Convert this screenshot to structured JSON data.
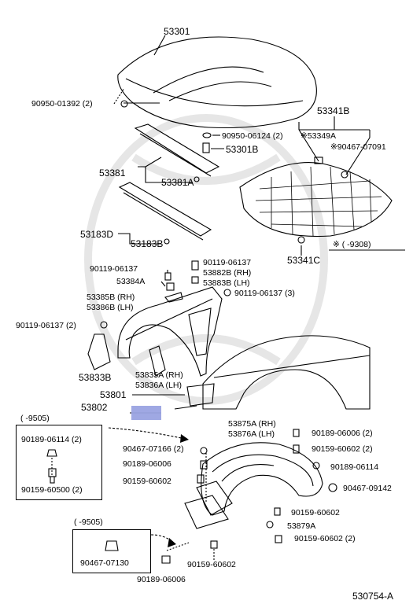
{
  "diagram_id": "530754-A",
  "note_mark": "※",
  "ranges": {
    "r9308": "※ (     -9308)",
    "r9505a": "(     -9505)",
    "r9505b": "(     -9505)"
  },
  "parts": {
    "p53301": "53301",
    "p90950_01392": "90950-01392 (2)",
    "p90950_06124": "90950-06124 (2)",
    "p53301B": "53301B",
    "p53381": "53381",
    "p53381A": "53381A",
    "p53341B": "53341B",
    "p53349A": "※53349A",
    "p90467_07091": "※90467-07091",
    "p53183D": "53183D",
    "p53183B": "53183B",
    "p53341C": "53341C",
    "p90119_06137_a": "90119-06137",
    "p90119_06137_b": "90119-06137",
    "p53884A": "53384A",
    "p53882B": "53882B (RH)",
    "p53883B": "53883B (LH)",
    "p53385B": "53385B (RH)",
    "p53386B": "53386B (LH)",
    "p90119_06137_3": "90119-06137 (3)",
    "p90119_06137_2": "90119-06137 (2)",
    "p53833B": "53833B",
    "p53835A": "53835A (RH)",
    "p53836A": "53836A (LH)",
    "p53801": "53801",
    "p53802": "53802",
    "p90189_06114_2": "90189-06114 (2)",
    "p90159_60500_2": "90159-60500 (2)",
    "p53875A": "53875A (RH)",
    "p53876A": "53876A (LH)",
    "p90189_06006_2": "90189-06006 (2)",
    "p90159_60602_2a": "90159-60602 (2)",
    "p90467_07166_2": "90467-07166 (2)",
    "p90189_06006_a": "90189-06006",
    "p90189_06114": "90189-06114",
    "p90159_60602_a": "90159-60602",
    "p90467_09142": "90467-09142",
    "p90159_60602_b": "90159-60602",
    "p53879A": "53879A",
    "p90159_60602_2b": "90159-60602 (2)",
    "p90467_07130": "90467-07130",
    "p90159_60602_c": "90159-60602",
    "p90189_06006_b": "90189-06006"
  },
  "colors": {
    "highlight": "#9aa3e2",
    "line": "#000000",
    "watermark": "#d8d8d8"
  }
}
